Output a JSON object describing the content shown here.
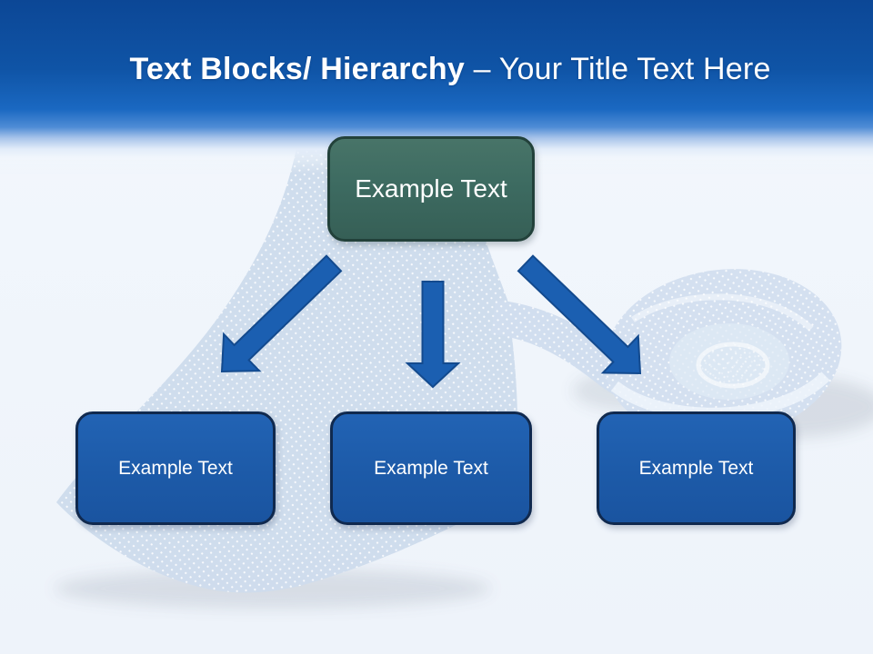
{
  "slide": {
    "title": {
      "bold": "Text Blocks/ Hierarchy",
      "regular": " – Your Title Text Here"
    },
    "hierarchy": {
      "root": {
        "label": "Example Text"
      },
      "children": [
        {
          "label": "Example Text"
        },
        {
          "label": "Example Text"
        },
        {
          "label": "Example Text"
        }
      ],
      "connectors": [
        {
          "from": "root",
          "to": "child-1",
          "direction": "down-left"
        },
        {
          "from": "root",
          "to": "child-2",
          "direction": "down"
        },
        {
          "from": "root",
          "to": "child-3",
          "direction": "down-right"
        }
      ]
    },
    "colors": {
      "header_top": "#0c4796",
      "header_bright": "#1a68c1",
      "title_text": "#ffffff",
      "root_fill": "#3d6b61",
      "root_border": "#22413a",
      "child_fill": "#1d5ba9",
      "child_border": "#10294e",
      "arrow_fill": "#1b5fb1",
      "arrow_border": "#134a8e",
      "tie_blue": "#c9d8ea",
      "background": "#f0f5fb"
    },
    "background_image": "polka-dot blue necktie, washed out"
  }
}
